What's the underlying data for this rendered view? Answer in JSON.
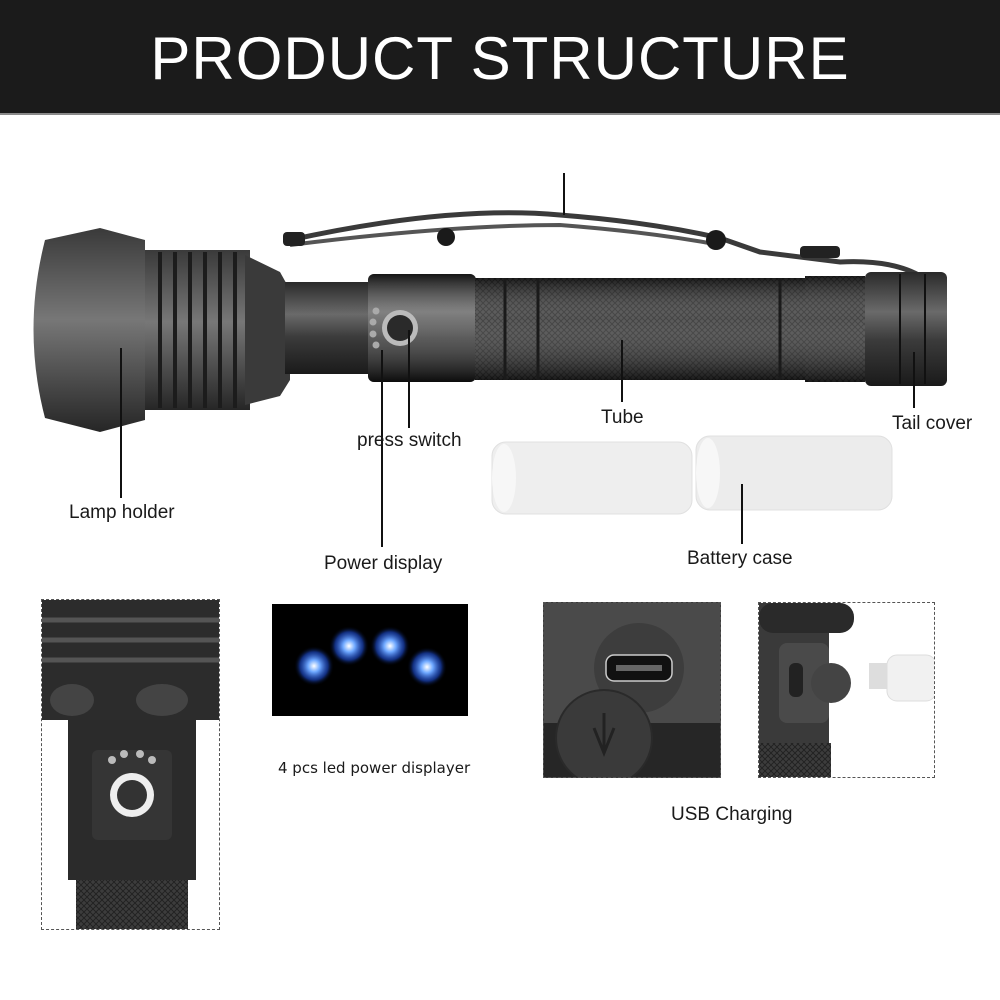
{
  "header": {
    "title": "PRODUCT STRUCTURE",
    "background": "#1b1b1b",
    "text_color": "#ffffff"
  },
  "diagram": {
    "labels": {
      "lanyard": "",
      "lamp_holder": "Lamp holder",
      "press_switch": "press switch",
      "power_display": "Power display",
      "tube": "Tube",
      "tail_cover": "Tail cover",
      "battery_case": "Battery case"
    }
  },
  "details": {
    "led_caption": "4 pcs led power displayer",
    "led_count": 4,
    "led_color": "#3a7bff",
    "usb_caption": "USB Charging"
  }
}
